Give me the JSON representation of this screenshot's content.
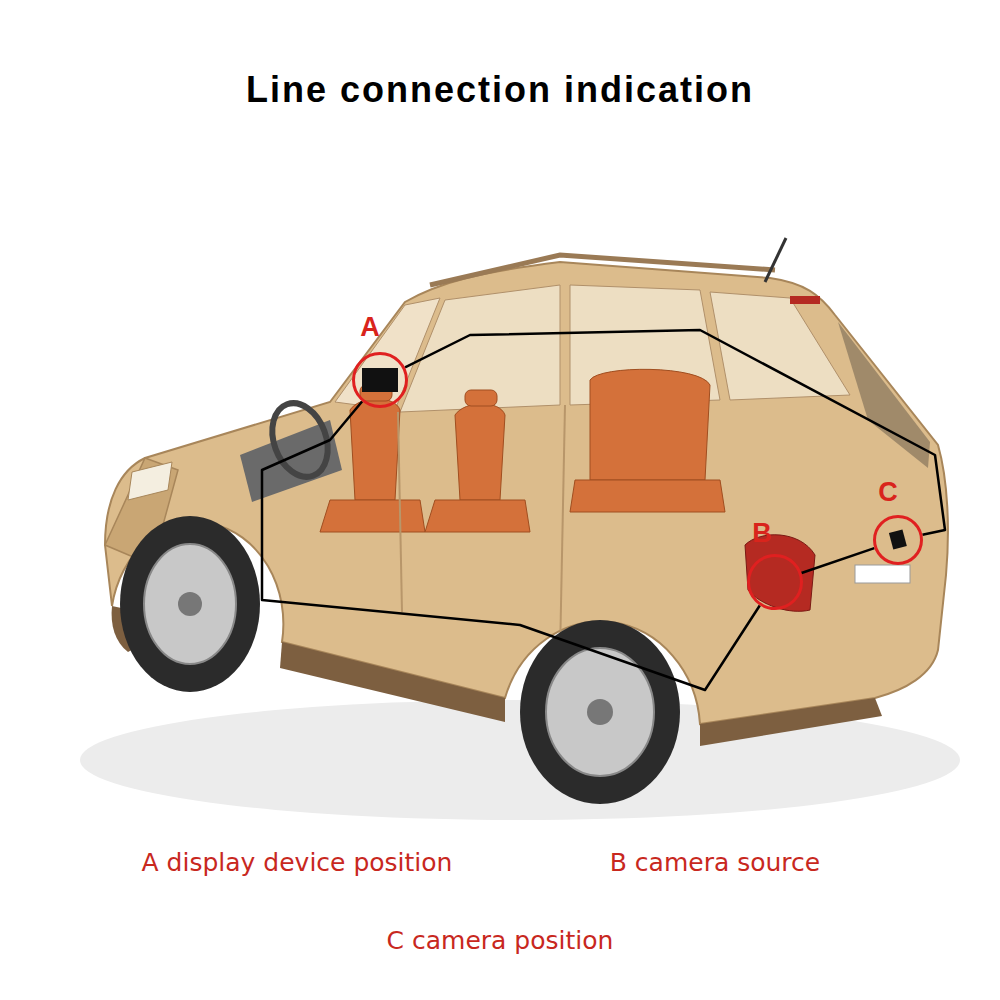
{
  "diagram": {
    "title": "Line connection indication",
    "nodes": [
      {
        "text": [
          "A"
        ]
      },
      {
        "text": [
          "B"
        ]
      },
      {
        "text": [
          "C"
        ]
      }
    ],
    "edges": [
      {
        "from": 0,
        "to": 1,
        "arrow": "none"
      },
      {
        "from": 0,
        "to": 2,
        "arrow": "none"
      },
      {
        "from": 1,
        "to": 2,
        "arrow": "none"
      }
    ],
    "labels": [
      "A display device position",
      "B camera source",
      "C camera position"
    ]
  }
}
